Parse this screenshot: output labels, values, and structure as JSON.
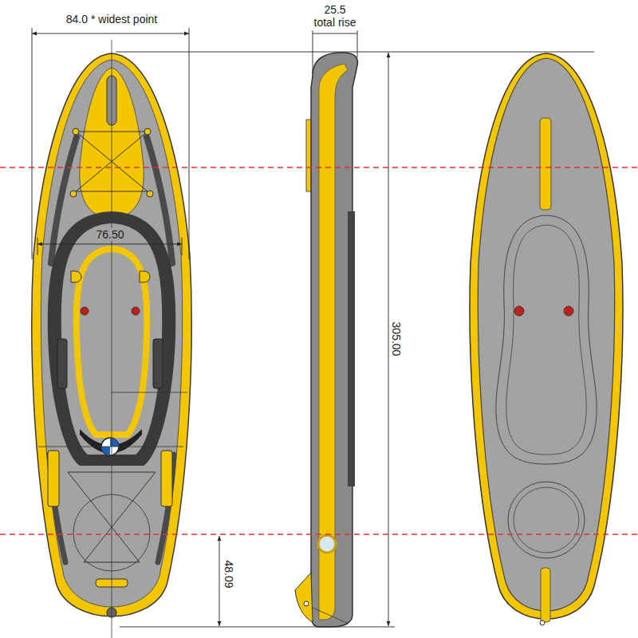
{
  "diagram": {
    "labels": [
      "84.0 * widest point",
      "25.5",
      "total rise",
      "76.50",
      "305.00",
      "48.09"
    ]
  }
}
